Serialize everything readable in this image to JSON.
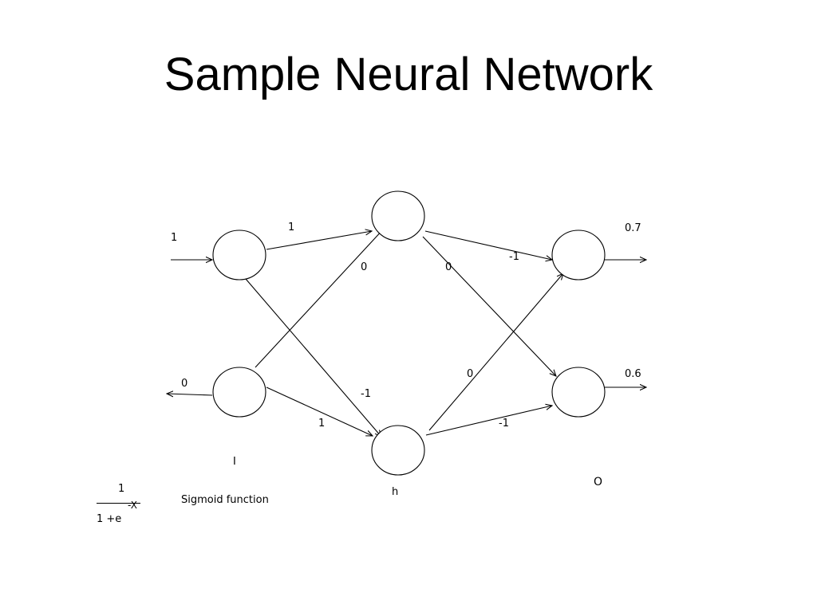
{
  "slide": {
    "title": "Sample Neural Network"
  },
  "network": {
    "inputs": [
      "1",
      "0"
    ],
    "outputs": [
      "0.7",
      "0.6"
    ],
    "weights": {
      "i1_h1": "1",
      "i1_h2": "-1",
      "i2_h1": "0",
      "i2_h2": "1",
      "h1_o1": "-1",
      "h1_o2": "0",
      "h2_o1": "0",
      "h2_o2": "-1"
    },
    "layer_labels": {
      "input": "I",
      "hidden": "h",
      "output": "O"
    }
  },
  "formula": {
    "numerator": "1",
    "denominator": "1 +e",
    "exponent": "-X",
    "label": "Sigmoid function"
  }
}
